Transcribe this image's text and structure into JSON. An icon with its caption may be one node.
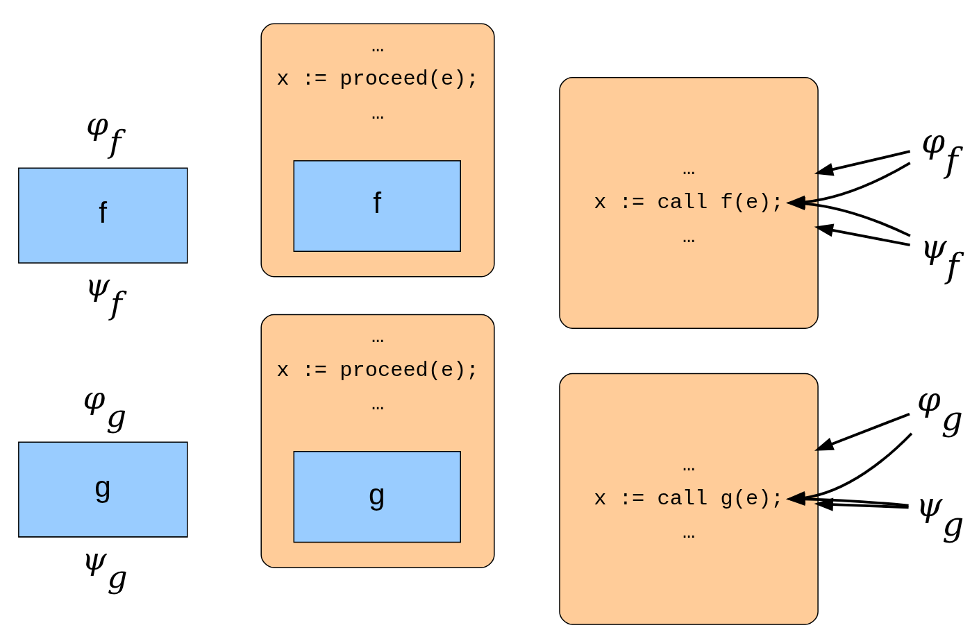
{
  "diagram": {
    "nodes": [
      {
        "text": [
          "f"
        ],
        "beside": [
          "φ$_{f}$",
          "ψ$_{f}$"
        ]
      },
      {
        "text": [
          "…",
          "x := proceed(e);",
          "…"
        ]
      },
      {
        "text": [
          "f"
        ],
        "in": 1
      },
      {
        "text": [
          "…",
          "x := call f(e);",
          "…"
        ]
      },
      {
        "text": [
          "φ$_{f}$"
        ]
      },
      {
        "text": [
          "ψ$_{f}$"
        ]
      },
      {
        "text": [
          "g"
        ],
        "beside": [
          "φ$_{g}$",
          "ψ$_{g}$"
        ]
      },
      {
        "text": [
          "…",
          "x := proceed(e);",
          "…"
        ]
      },
      {
        "text": [
          "g"
        ],
        "in": 7
      },
      {
        "text": [
          "…",
          "x := call g(e);",
          "…"
        ]
      },
      {
        "text": [
          "φ$_{g}$"
        ]
      },
      {
        "text": [
          "ψ$_{g}$"
        ]
      }
    ],
    "edges": [
      {
        "from": 4,
        "to": 3,
        "arrow": "to"
      },
      {
        "from": 4,
        "to": 3,
        "arrow": "to"
      },
      {
        "from": 5,
        "to": 3,
        "arrow": "to"
      },
      {
        "from": 5,
        "to": 3,
        "arrow": "to"
      },
      {
        "from": 10,
        "to": 9,
        "arrow": "to"
      },
      {
        "from": 10,
        "to": 9,
        "arrow": "to"
      },
      {
        "from": 11,
        "to": 9,
        "arrow": "to"
      },
      {
        "from": 11,
        "to": 9,
        "arrow": "to"
      }
    ]
  }
}
